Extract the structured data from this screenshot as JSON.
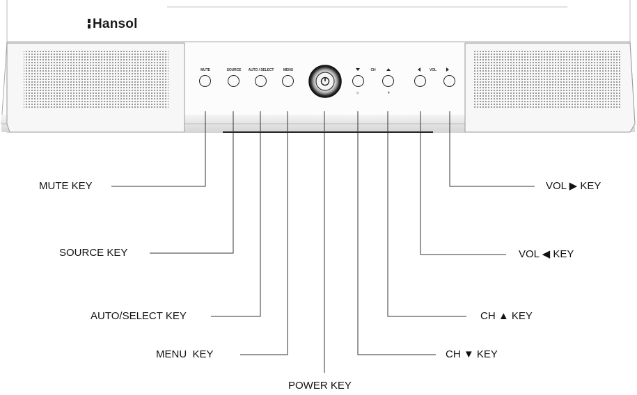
{
  "brand": {
    "name": "Hansol"
  },
  "panel_labels": {
    "mute": "MUTE",
    "source": "SOURCE",
    "auto_select": "AUTO / SELECT",
    "menu": "MENU",
    "ch": "CH",
    "vol": "VOL"
  },
  "callouts": {
    "mute": "MUTE KEY",
    "source": "SOURCE KEY",
    "auto_select": "AUTO/SELECT KEY",
    "menu": "MENU  KEY",
    "power": "POWER KEY",
    "ch_down": "CH ▼ KEY",
    "ch_up": "CH ▲ KEY",
    "vol_left": "VOL ◀ KEY",
    "vol_right": "VOL ▶ KEY"
  },
  "icons": {
    "brightness": "brightness-icon",
    "contrast": "contrast-icon",
    "power": "power-icon"
  }
}
